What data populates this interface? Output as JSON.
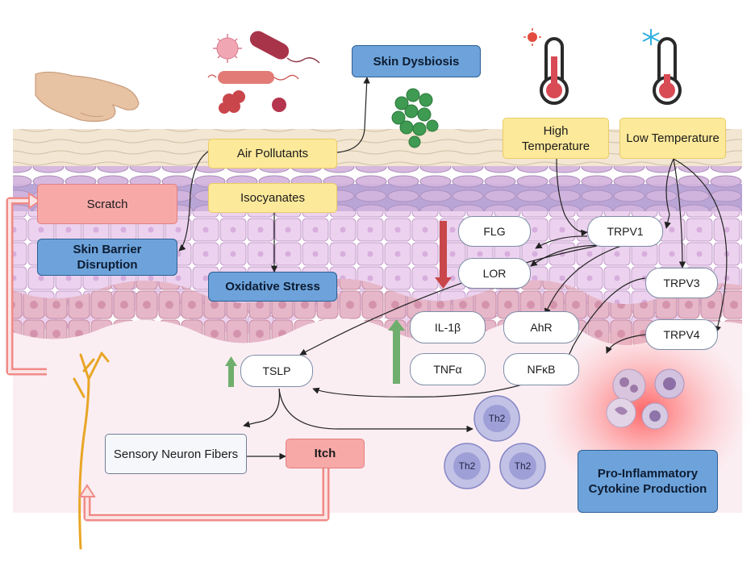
{
  "boxes": {
    "skin_dysbiosis": "Skin Dysbiosis",
    "air_pollutants": "Air Pollutants",
    "isocyanates": "Isocyanates",
    "scratch": "Scratch",
    "skin_barrier_disruption": "Skin Barrier Disruption",
    "oxidative_stress": "Oxidative Stress",
    "high_temperature": "High Temperature",
    "low_temperature": "Low Temperature",
    "sensory_neuron_fibers": "Sensory Neuron Fibers",
    "itch": "Itch",
    "pro_inflammatory": "Pro-Inflammatory Cytokine Production"
  },
  "pills": {
    "flg": "FLG",
    "lor": "LOR",
    "trpv1": "TRPV1",
    "trpv3": "TRPV3",
    "trpv4": "TRPV4",
    "il1b": "IL-1β",
    "tnfa": "TNFα",
    "ahr": "AhR",
    "nfkb": "NFκB",
    "tslp": "TSLP"
  },
  "cells": {
    "th2_a": "Th2",
    "th2_b": "Th2",
    "th2_c": "Th2"
  },
  "icons": [
    "hand-icon",
    "bacteria-icon",
    "virus-icon",
    "thermometer-hot-icon",
    "thermometer-cold-icon",
    "sun-icon",
    "snowflake-icon",
    "nerve-fiber-icon",
    "immune-cell-icon"
  ],
  "colors": {
    "yellow_box": "#fde99a",
    "red_box": "#f7a9a8",
    "blue_box": "#6da3da",
    "down_arrow": "#c9474a",
    "up_arrow": "#6fae6d",
    "nerve": "#e8a626",
    "inflammation_glow": "#ff5a5a"
  }
}
